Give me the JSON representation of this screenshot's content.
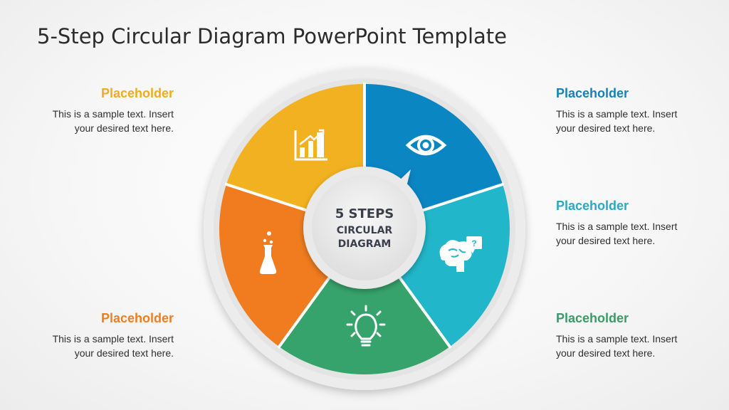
{
  "title": "5-Step Circular Diagram PowerPoint Template",
  "center": {
    "line1": "5 STEPS",
    "line2": "CIRCULAR",
    "line3": "DIAGRAM"
  },
  "steps": [
    {
      "position": "top-right",
      "color": "#0a86c3",
      "icon": "eye-icon",
      "heading": "Placeholder",
      "heading_color": "#1282b9",
      "text_line1": "This is a sample text. Insert",
      "text_line2": "your desired text here."
    },
    {
      "position": "middle-right",
      "color": "#21b6c9",
      "icon": "brain-question-icon",
      "heading": "Placeholder",
      "heading_color": "#2aa9c2",
      "text_line1": "This is a sample text. Insert",
      "text_line2": "your desired text here."
    },
    {
      "position": "bottom",
      "color": "#37a36c",
      "icon": "lightbulb-icon",
      "heading": "Placeholder",
      "heading_color": "#3a9a68",
      "text_line1": "This is a sample text. Insert",
      "text_line2": "your desired text here."
    },
    {
      "position": "middle-left",
      "color": "#f07c1f",
      "icon": "flask-icon",
      "heading": "Placeholder",
      "heading_color": "#ef7d22",
      "text_line1": "This is a sample text. Insert",
      "text_line2": "your desired text here."
    },
    {
      "position": "top-left",
      "color": "#f2b120",
      "icon": "bar-chart-icon",
      "heading": "Placeholder",
      "heading_color": "#f0ac1e",
      "text_line1": "This is a sample text. Insert",
      "text_line2": "your desired text here."
    }
  ]
}
